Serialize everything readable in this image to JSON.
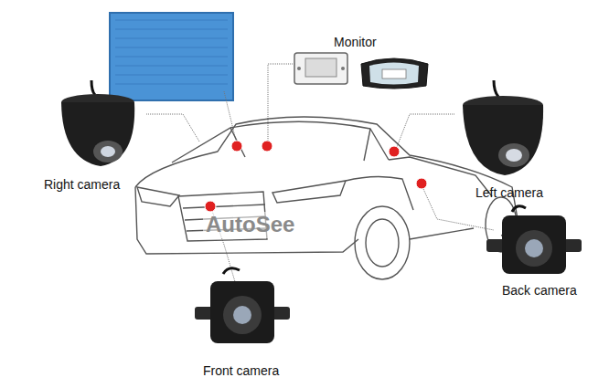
{
  "diagram": {
    "labels": [
      "Monitor",
      "Right camera",
      "Left camera",
      "Back camera",
      "Front camera",
      "AutoSee"
    ]
  }
}
